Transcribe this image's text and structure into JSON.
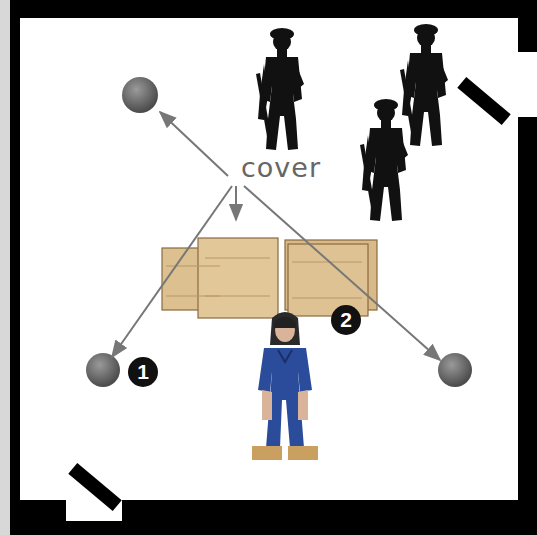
{
  "diagram": {
    "labels": [
      "cover",
      "1",
      "2"
    ]
  }
}
